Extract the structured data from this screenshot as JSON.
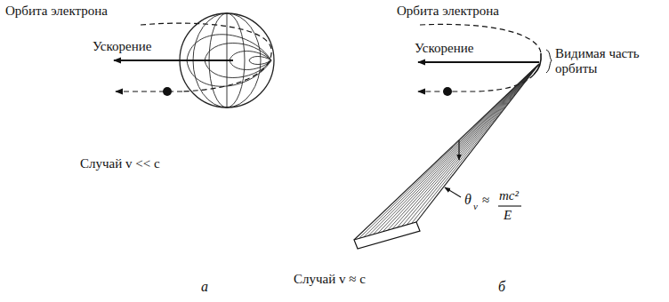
{
  "diagram": {
    "labels": [
      "Орбита электрона",
      "Ускорение",
      "Случай v << c",
      "а",
      "Орбита электрона",
      "Ускорение",
      "Видимая часть орбиты",
      "θ",
      "v",
      "≈",
      "mc²",
      "E",
      "Случай v ≈ c",
      "б"
    ]
  }
}
